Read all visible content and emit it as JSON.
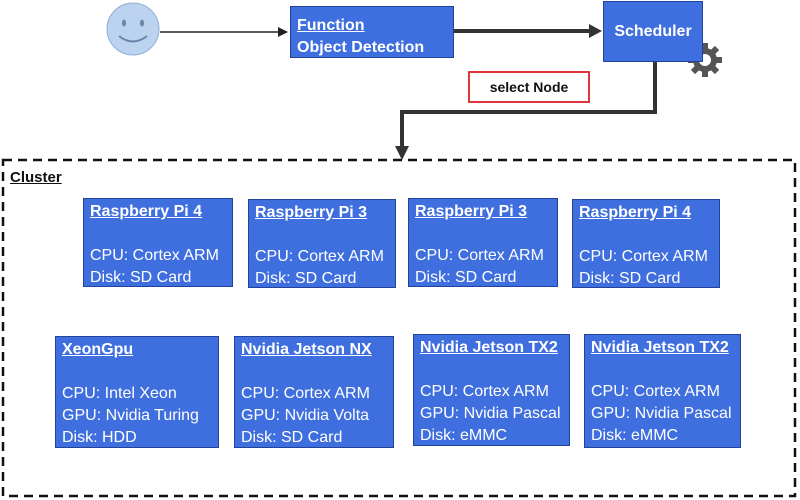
{
  "function_box": {
    "line1": "Function",
    "line2": "Object Detection"
  },
  "scheduler": {
    "label": "Scheduler"
  },
  "select_node": {
    "label": "select Node"
  },
  "cluster": {
    "label": "Cluster"
  },
  "colors": {
    "box_fill": "#3f6fde",
    "box_border": "#23429a",
    "highlight": "#e0353a",
    "user_face": "#bcd3ef"
  },
  "icons": {
    "user": "smiley-face-icon",
    "gear": "gear-icon"
  },
  "nodes_row1": [
    {
      "title": "Raspberry Pi 4",
      "lines": [
        "CPU: Cortex ARM",
        "Disk: SD Card"
      ]
    },
    {
      "title": "Raspberry Pi 3",
      "lines": [
        "CPU: Cortex ARM",
        "Disk: SD Card"
      ]
    },
    {
      "title": "Raspberry Pi 3",
      "lines": [
        "CPU: Cortex ARM",
        "Disk: SD Card"
      ]
    },
    {
      "title": "Raspberry Pi 4",
      "lines": [
        "CPU: Cortex ARM",
        "Disk: SD Card"
      ]
    }
  ],
  "nodes_row2": [
    {
      "title": "XeonGpu",
      "lines": [
        "CPU: Intel Xeon",
        "GPU: Nvidia Turing",
        "Disk: HDD"
      ]
    },
    {
      "title": "Nvidia Jetson NX",
      "lines": [
        "CPU: Cortex ARM",
        "GPU: Nvidia Volta",
        "Disk: SD Card"
      ]
    },
    {
      "title": "Nvidia Jetson TX2",
      "lines": [
        "CPU: Cortex ARM",
        "GPU: Nvidia Pascal",
        "Disk: eMMC"
      ]
    },
    {
      "title": "Nvidia Jetson TX2",
      "lines": [
        "CPU: Cortex ARM",
        "GPU: Nvidia Pascal",
        "Disk: eMMC"
      ]
    }
  ]
}
